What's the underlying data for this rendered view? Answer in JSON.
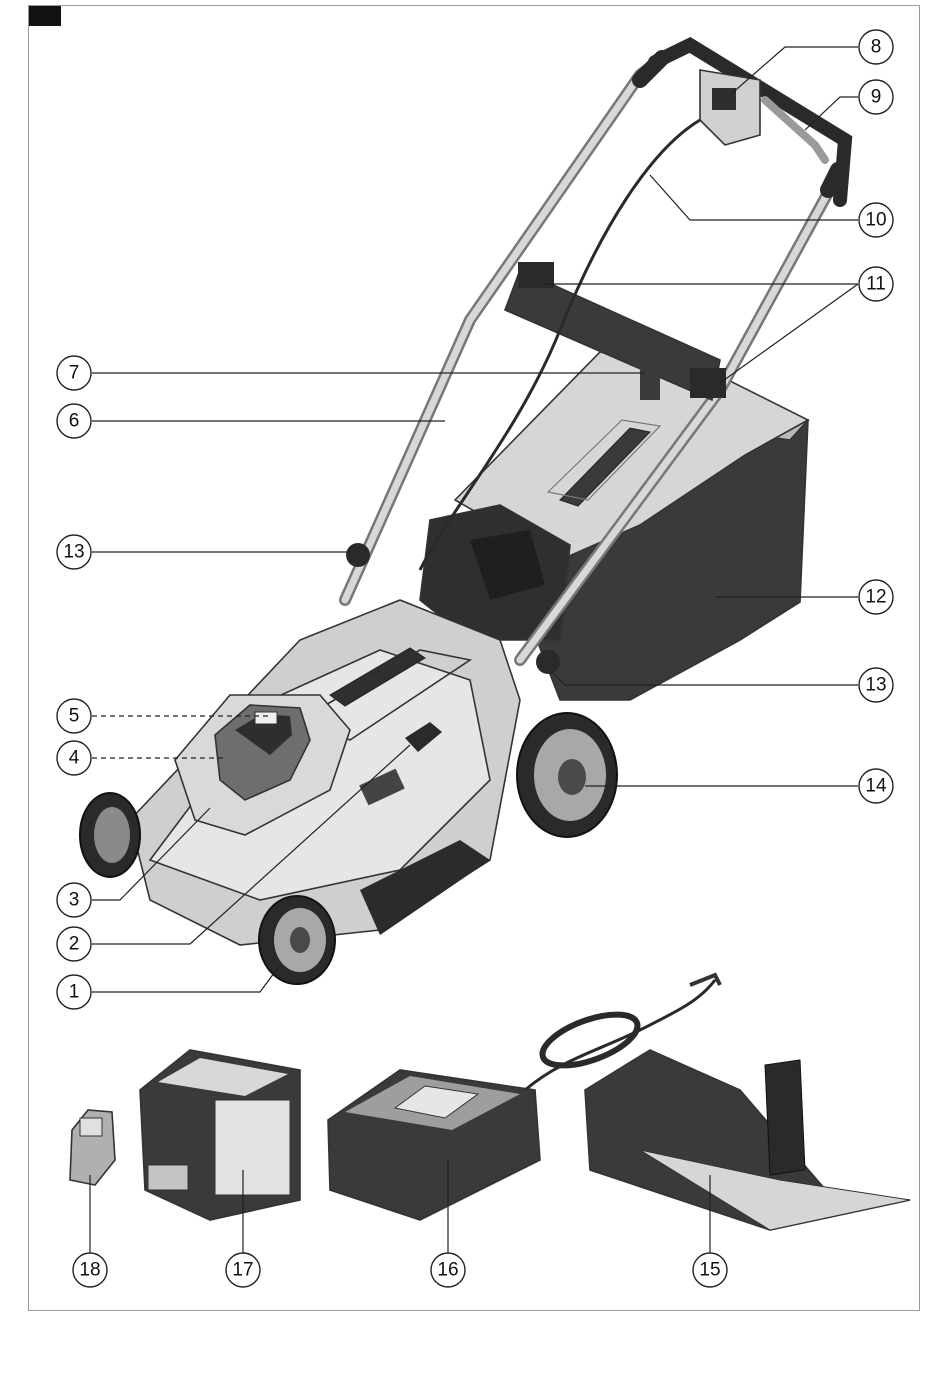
{
  "figure": {
    "title": "",
    "colors": {
      "light_gray": "#d9d9d9",
      "mid_gray": "#a8a8a8",
      "dark_gray": "#4a4a4a",
      "near_black": "#2a2a2a",
      "outline": "#333333"
    }
  },
  "callouts": [
    {
      "num": "1",
      "style": "solid"
    },
    {
      "num": "2",
      "style": "solid"
    },
    {
      "num": "3",
      "style": "solid"
    },
    {
      "num": "4",
      "style": "dashed"
    },
    {
      "num": "5",
      "style": "dashed"
    },
    {
      "num": "6",
      "style": "solid"
    },
    {
      "num": "7",
      "style": "solid"
    },
    {
      "num": "8",
      "style": "solid"
    },
    {
      "num": "9",
      "style": "solid"
    },
    {
      "num": "10",
      "style": "solid"
    },
    {
      "num": "11",
      "style": "solid"
    },
    {
      "num": "12",
      "style": "solid"
    },
    {
      "num": "13",
      "style": "solid"
    },
    {
      "num": "13",
      "style": "solid"
    },
    {
      "num": "14",
      "style": "solid"
    },
    {
      "num": "15",
      "style": "solid"
    },
    {
      "num": "16",
      "style": "solid"
    },
    {
      "num": "17",
      "style": "solid"
    },
    {
      "num": "18",
      "style": "solid"
    }
  ],
  "parts": [
    "lawn-mower",
    "battery-pack",
    "charger",
    "mulching-insert",
    "adapter-plug"
  ]
}
